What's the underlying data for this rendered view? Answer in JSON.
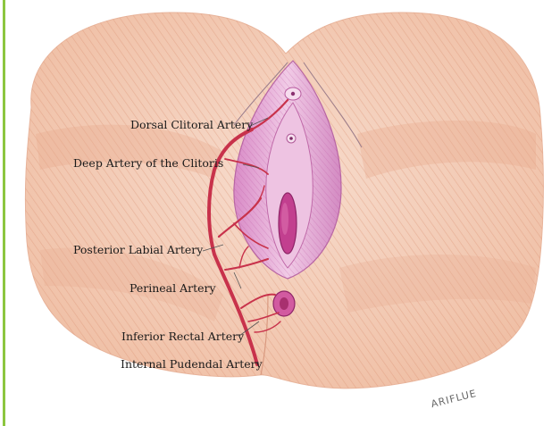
{
  "labels": {
    "dorsal_clitoral_artery": "Dorsal Clitoral Artery",
    "deep_artery_clitoris": "Deep Artery of the Clitoris",
    "posterior_labial_artery": "Posterior Labial Artery",
    "perineal_artery": "Perineal Artery",
    "inferior_rectal_artery": "Inferior Rectal Artery",
    "internal_pudendal_artery": "Internal Pudendal Artery"
  },
  "signature": "ARIFLUE",
  "colors": {
    "border_accent": "#8cc63f",
    "skin": "#f1c4ad",
    "skin_shade": "#e3a488",
    "vulva_tissue": "#e2a9d6",
    "vulva_shade": "#c35aa6",
    "artery": "#c8324b"
  }
}
